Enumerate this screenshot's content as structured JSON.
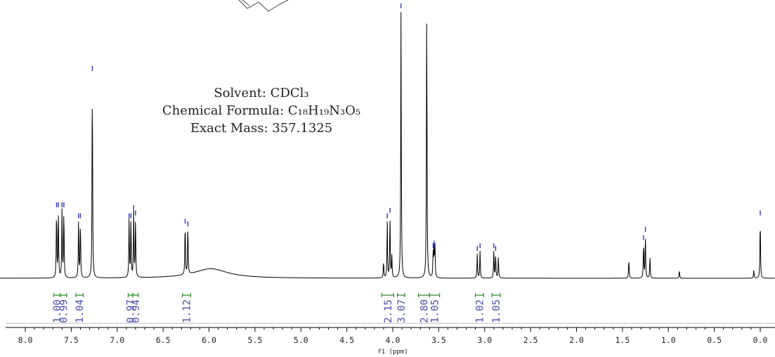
{
  "chart_data": {
    "type": "line",
    "xlabel": "f1 (ppm)",
    "xlim": [
      8.35,
      -0.05
    ],
    "x_reversed": true,
    "x_ticks": [
      "8.0",
      "7.5",
      "7.0",
      "6.5",
      "6.0",
      "5.5",
      "5.0",
      "4.5",
      "4.0",
      "3.5",
      "3.0",
      "2.5",
      "2.0",
      "1.5",
      "1.0",
      "0.5",
      "0.0"
    ],
    "info": {
      "solvent": "Solvent: CDCl₃",
      "formula": "Chemical Formula: C₁₈H₁₉N₃O₅",
      "mass": "Exact Mass: 357.1325"
    },
    "peaks": [
      {
        "ppm": 7.66,
        "height": 0.25
      },
      {
        "ppm": 7.64,
        "height": 0.25
      },
      {
        "ppm": 7.6,
        "height": 0.25
      },
      {
        "ppm": 7.58,
        "height": 0.25
      },
      {
        "ppm": 7.42,
        "height": 0.21
      },
      {
        "ppm": 7.4,
        "height": 0.21
      },
      {
        "ppm": 7.27,
        "height": 0.75
      },
      {
        "ppm": 6.87,
        "height": 0.21
      },
      {
        "ppm": 6.85,
        "height": 0.21
      },
      {
        "ppm": 6.82,
        "height": 0.24
      },
      {
        "ppm": 6.8,
        "height": 0.22
      },
      {
        "ppm": 6.26,
        "height": 0.19
      },
      {
        "ppm": 6.23,
        "height": 0.18
      },
      {
        "ppm": 4.1,
        "height": 0.06
      },
      {
        "ppm": 4.06,
        "height": 0.21
      },
      {
        "ppm": 4.03,
        "height": 0.23
      },
      {
        "ppm": 4.01,
        "height": 0.08
      },
      {
        "ppm": 3.91,
        "height": 0.98
      },
      {
        "ppm": 3.63,
        "height": 1.02
      },
      {
        "ppm": 3.56,
        "height": 0.1
      },
      {
        "ppm": 3.55,
        "height": 0.11
      },
      {
        "ppm": 3.54,
        "height": 0.1
      },
      {
        "ppm": 3.08,
        "height": 0.09
      },
      {
        "ppm": 3.05,
        "height": 0.1
      },
      {
        "ppm": 2.9,
        "height": 0.1
      },
      {
        "ppm": 2.88,
        "height": 0.09
      },
      {
        "ppm": 2.85,
        "height": 0.08
      },
      {
        "ppm": 1.43,
        "height": 0.07
      },
      {
        "ppm": 1.27,
        "height": 0.13
      },
      {
        "ppm": 1.25,
        "height": 0.16
      },
      {
        "ppm": 1.2,
        "height": 0.08
      },
      {
        "ppm": 0.88,
        "height": 0.03
      },
      {
        "ppm": 0.07,
        "height": 0.03
      },
      {
        "ppm": 0.0,
        "height": 0.22
      }
    ],
    "broad_peaks": [
      {
        "ppm": 5.98,
        "height": 0.035,
        "width": 0.45
      }
    ],
    "integrals": [
      {
        "label": "1.00",
        "from": 7.69,
        "to": 7.62
      },
      {
        "label": "0.99",
        "from": 7.62,
        "to": 7.55
      },
      {
        "label": "1.04",
        "from": 7.45,
        "to": 7.37
      },
      {
        "label": "0.97",
        "from": 6.88,
        "to": 6.83
      },
      {
        "label": "0.94",
        "from": 6.83,
        "to": 6.77
      },
      {
        "label": "1.12",
        "from": 6.29,
        "to": 6.2
      },
      {
        "label": "2.15",
        "from": 4.12,
        "to": 3.99
      },
      {
        "label": "3.07",
        "from": 3.95,
        "to": 3.87
      },
      {
        "label": "2.80",
        "from": 3.72,
        "to": 3.6
      },
      {
        "label": "1.05",
        "from": 3.6,
        "to": 3.49
      },
      {
        "label": "1.02",
        "from": 3.1,
        "to": 3.01
      },
      {
        "label": "1.05",
        "from": 2.92,
        "to": 2.83
      }
    ]
  }
}
